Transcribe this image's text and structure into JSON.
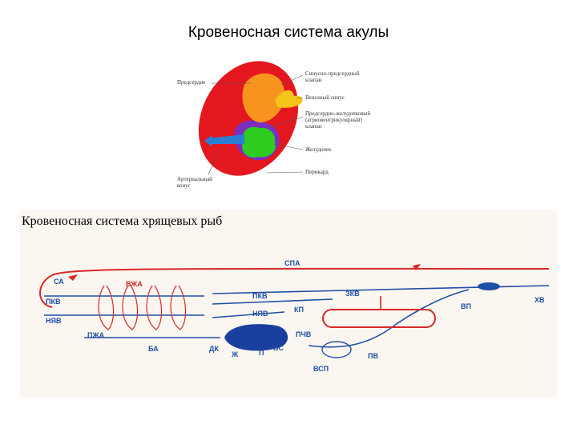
{
  "slide": {
    "title": "Кровеносная система акулы"
  },
  "heart": {
    "labels": {
      "atrium": "Предсердие",
      "sinoatrial_valve": "Синусно-предсердный\nклапан",
      "venous_sinus": "Венозный синус",
      "av_valve": "Предсердно-желудочковый\n(атриовентрикулярный)\nклапан",
      "ventricle": "Желудочек",
      "pericardium": "Перикард",
      "arterial_cone": "Артериальный\nконус"
    },
    "colors": {
      "pericardium": "#e4161e",
      "atrium": "#f7941d",
      "venous_sinus": "#f5c518",
      "ventricle": "#2ecc1e",
      "membrane": "#7a2fc0",
      "vessel": "#2a7fd4"
    }
  },
  "circulation": {
    "title": "Кровеносная система хрящевых рыб",
    "labels": {
      "spa": "СПА",
      "sa": "СА",
      "vzha": "ВЖА",
      "pkv_left": "ПКВ",
      "nyav_left": "НЯВ",
      "pzha": "ПЖА",
      "ba": "БА",
      "dk": "ДК",
      "zh": "Ж",
      "p": "П",
      "bs": "БС",
      "pkv_mid": "ПКВ",
      "nyav_mid": "НЯВ",
      "kp": "КП",
      "zkv": "ЗКВ",
      "vp": "ВП",
      "khv": "ХВ",
      "pchv": "ПЧВ",
      "pv": "ПВ",
      "vsp": "ВСП"
    },
    "colors": {
      "artery": "#d62828",
      "vein": "#1f4fa6",
      "organ": "#1b3f9e"
    }
  }
}
